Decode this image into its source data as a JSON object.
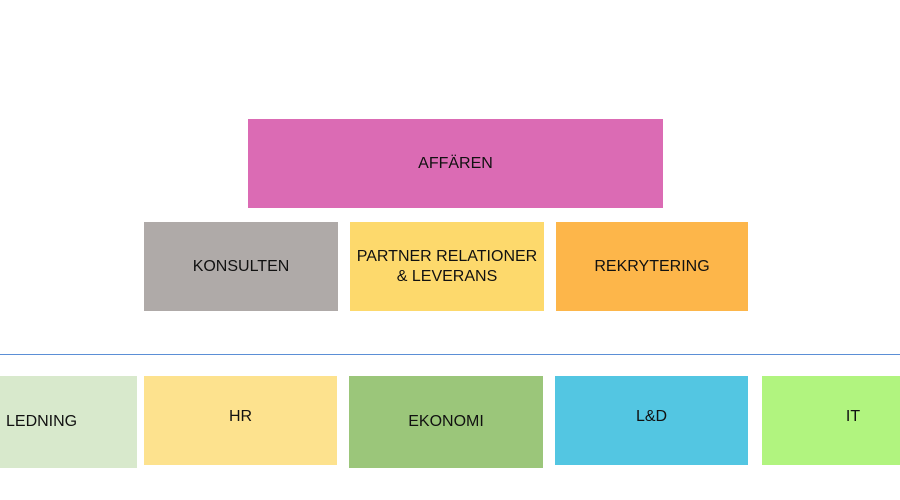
{
  "top": {
    "affaren": {
      "label": "AFFÄREN",
      "color": "#DB6BB4"
    }
  },
  "middle": {
    "konsulten": {
      "label": "KONSULTEN",
      "color": "#AFAAA8"
    },
    "partner": {
      "label": "PARTNER RELATIONER\n&  LEVERANS",
      "color": "#FDD96C"
    },
    "rekrytering": {
      "label": "REKRYTERING",
      "color": "#FDB64A"
    }
  },
  "divider": {
    "color": "#5B8FD6"
  },
  "bottom": {
    "ledning": {
      "label": "LEDNING",
      "color": "#D8E9CC"
    },
    "hr": {
      "label": "HR",
      "color": "#FDE28E"
    },
    "ekonomi": {
      "label": "EKONOMI",
      "color": "#9BC67A"
    },
    "ld": {
      "label": "L&D",
      "color": "#53C6E2"
    },
    "it": {
      "label": "IT",
      "color": "#B1F47F"
    }
  }
}
